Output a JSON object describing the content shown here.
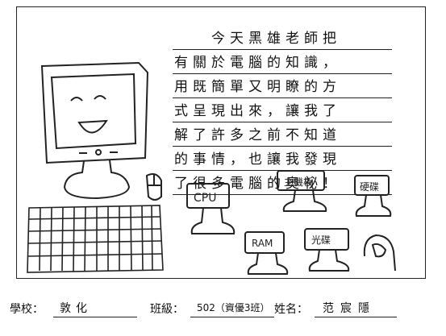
{
  "essay": {
    "lines": [
      "　　今天黑雄老師把",
      "有關於電腦的知識，",
      "用既簡單又明瞭的方",
      "式呈現出來，讓我了",
      "解了許多之前不知道",
      "的事情，也讓我發現",
      "了很多電腦的奧祕！"
    ]
  },
  "component_labels": {
    "cpu": "CPU",
    "ram": "RAM",
    "motherboard": "主機板",
    "hdd": "硬碟",
    "drive": "光碟"
  },
  "footer": {
    "school_label": "學校：",
    "school_value": "敦化",
    "class_label": "班級：",
    "class_value": "502（資優3班）",
    "name_label": "姓名：",
    "name_value": "范宸隱"
  }
}
